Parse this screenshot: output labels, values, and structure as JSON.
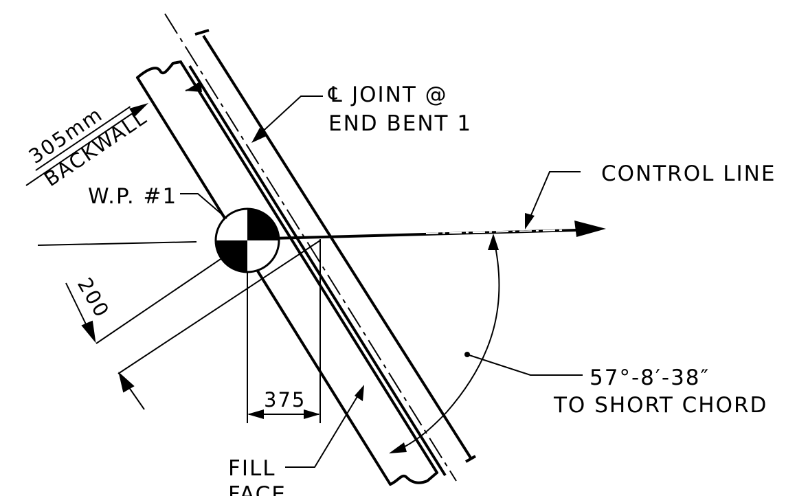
{
  "labels": {
    "cl_symbol": "℄",
    "joint_line1": "JOINT @",
    "joint_line2": "END BENT 1",
    "control_line": "CONTROL LINE",
    "backwall_line1": "305mm",
    "backwall_line2": "BACKWALL",
    "work_point": "W.P. #1",
    "offset_200": "200",
    "offset_375": "375",
    "angle_line1": "57°-8′-38″",
    "angle_line2": "TO SHORT CHORD",
    "fill_face_line1": "FILL",
    "fill_face_line2": "FACE"
  },
  "colors": {
    "ink": "#000000",
    "paper": "#ffffff"
  }
}
